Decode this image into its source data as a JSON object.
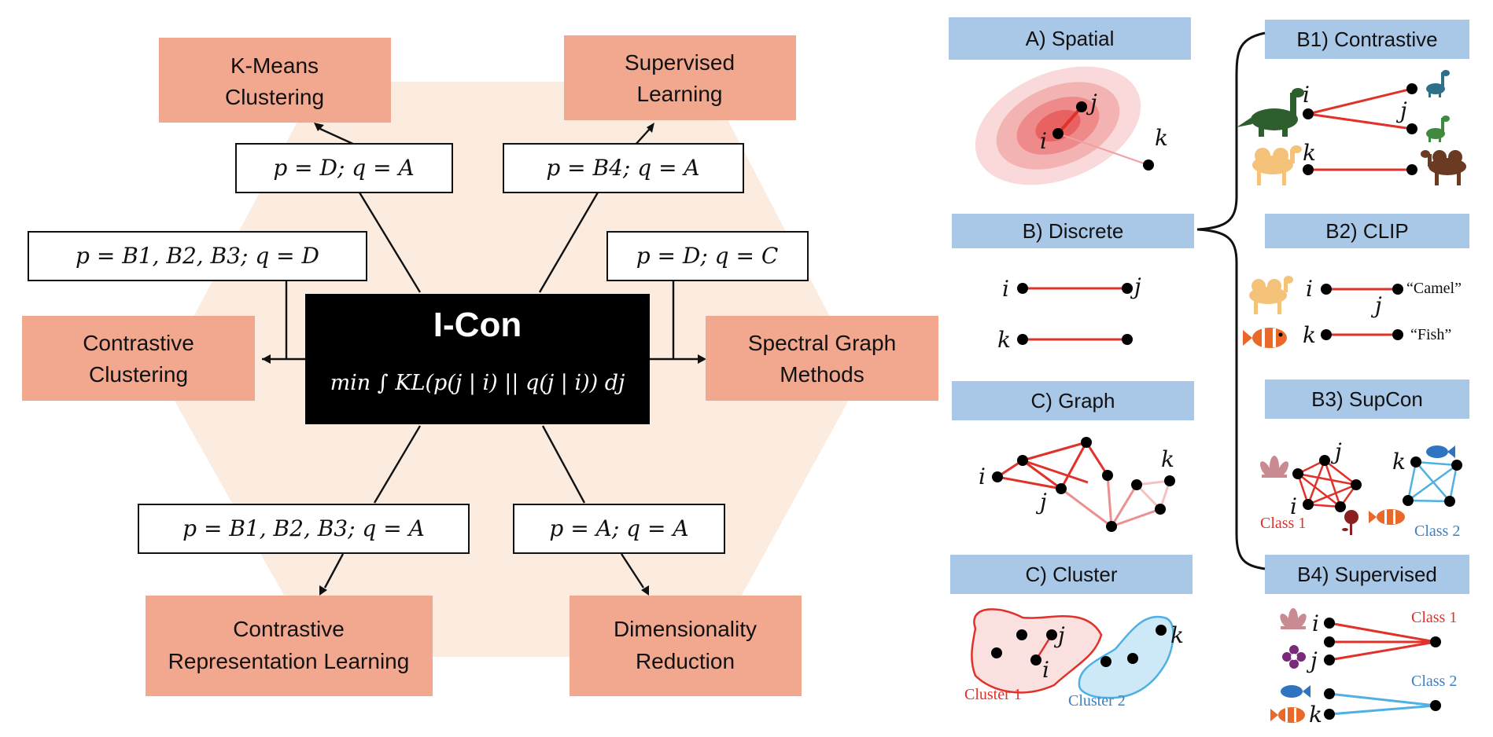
{
  "colors": {
    "method_box": "#f2a88f",
    "hexagon": "#fcece0",
    "panel_label_bg": "#a9c8e8",
    "red_edge": "#e0312a",
    "blue_edge": "#4eb0e3",
    "center_box": "#000000"
  },
  "center": {
    "title": "I-Con",
    "formula": "min ∫ KL(p(j | i) || q(j | i)) dj"
  },
  "methods": {
    "kmeans": [
      "K-Means",
      "Clustering"
    ],
    "supervised": [
      "Supervised",
      "Learning"
    ],
    "contrastive_clustering": [
      "Contrastive",
      "Clustering"
    ],
    "spectral": [
      "Spectral Graph",
      "Methods"
    ],
    "contrastive_repr": [
      "Contrastive",
      "Representation Learning"
    ],
    "dim_reduction": [
      "Dimensionality",
      "Reduction"
    ]
  },
  "mappings": {
    "kmeans": "p = D;  q = A",
    "supervised": "p = B4;  q = A",
    "contrastive_clustering": "p = B1, B2, B3;  q = D",
    "spectral": "p = D;  q = C",
    "contrastive_repr": "p = B1, B2, B3;  q = A",
    "dim_reduction": "p = A;  q = A"
  },
  "panels": {
    "spatial": "A) Spatial",
    "discrete": "B) Discrete",
    "graph": "C) Graph",
    "cluster": "C) Cluster",
    "b1": "B1) Contrastive",
    "b2": "B2) CLIP",
    "b3": "B3) SupCon",
    "b4": "B4) Supervised"
  },
  "node_labels": {
    "i": "i",
    "j": "j",
    "k": "k"
  },
  "captions": {
    "cluster1": "Cluster 1",
    "cluster2": "Cluster 2",
    "class1": "Class 1",
    "class2": "Class 2",
    "camel": "“Camel”",
    "fish": "“Fish”"
  },
  "icons": [
    "dinosaur-icon",
    "camel-icon",
    "fish-icon",
    "lotus-icon",
    "rose-icon",
    "flower-icon"
  ]
}
